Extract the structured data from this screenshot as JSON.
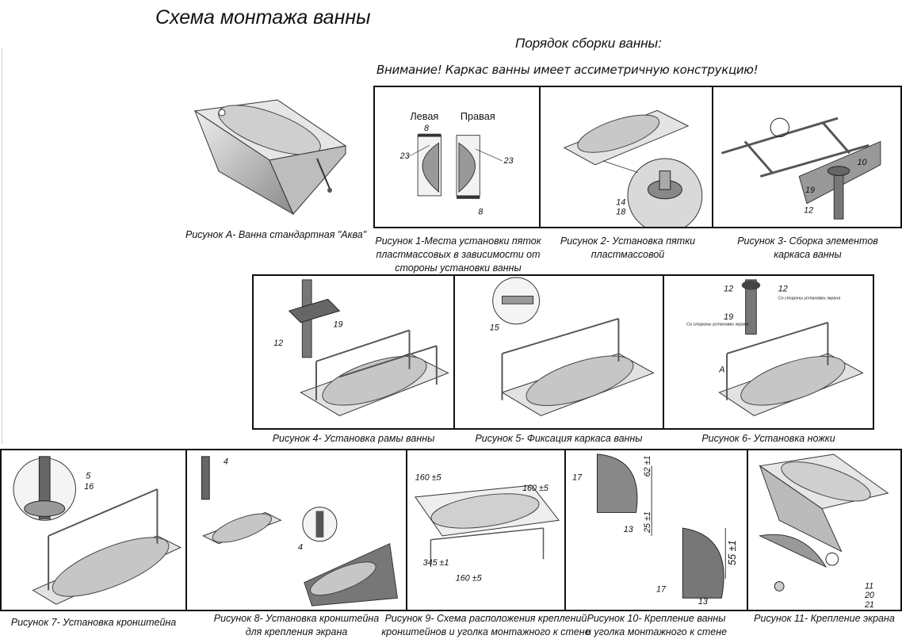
{
  "header": {
    "title": "Схема монтажа ванны",
    "subtitle": "Порядок сборки ванны:",
    "warning": "Внимание! Каркас ванны имеет ассиметричную конструкцию!"
  },
  "figure_a": {
    "caption": "Рисунок А- Ванна стандартная \"Аква\""
  },
  "figure_1": {
    "caption_lines": [
      "Рисунок 1-Места установки пяток",
      "пластмассовых в зависимости от",
      "стороны установки ванны"
    ],
    "left_label": "Левая",
    "right_label": "Правая",
    "callouts": [
      "8",
      "23",
      "23",
      "8"
    ]
  },
  "figure_2": {
    "caption_lines": [
      "Рисунок 2- Установка пятки",
      "пластмассовой"
    ],
    "callouts": [
      "14",
      "18"
    ]
  },
  "figure_3": {
    "caption_lines": [
      "Рисунок 3- Сборка элементов",
      "каркаса ванны"
    ],
    "callouts": [
      "10",
      "19",
      "12"
    ]
  },
  "figure_4": {
    "caption": "Рисунок 4- Установка рамы ванны",
    "callouts": [
      "19",
      "12"
    ]
  },
  "figure_5": {
    "caption": "Рисунок 5- Фиксация  каркаса ванны",
    "callouts": [
      "15"
    ]
  },
  "figure_6": {
    "caption": "Рисунок 6- Установка ножки",
    "callouts": [
      "12",
      "12",
      "19",
      "A"
    ],
    "screen_side_note": "Со стороны установки экрана",
    "screen_side_note_2": "Со стороны установки экрана"
  },
  "figure_7": {
    "caption": "Рисунок 7- Установка  кронштейна",
    "callouts": [
      "5",
      "16"
    ]
  },
  "figure_8": {
    "caption_lines": [
      "Рисунок 8- Установка  кронштейна",
      "для  крепления экрана"
    ],
    "callouts": [
      "4",
      "4"
    ]
  },
  "figure_9": {
    "caption_lines": [
      "Рисунок 9- Схема расположения  креплений",
      "кронштейнов  и уголка монтажного к стене"
    ],
    "dimensions": [
      "160 ±5",
      "160 ±5",
      "345 ±1",
      "160 ±5"
    ]
  },
  "figure_10": {
    "caption_lines": [
      "Рисунок 10- Крепление ванны",
      "и  уголка монтажного  к стене"
    ],
    "callouts": [
      "17",
      "13",
      "17",
      "13"
    ],
    "dimensions": [
      "62 ±1",
      "25 ±1",
      "55 ±1"
    ]
  },
  "figure_11": {
    "caption": "Рисунок 11- Крепление экрана",
    "callouts": [
      "11",
      "20",
      "21"
    ]
  }
}
